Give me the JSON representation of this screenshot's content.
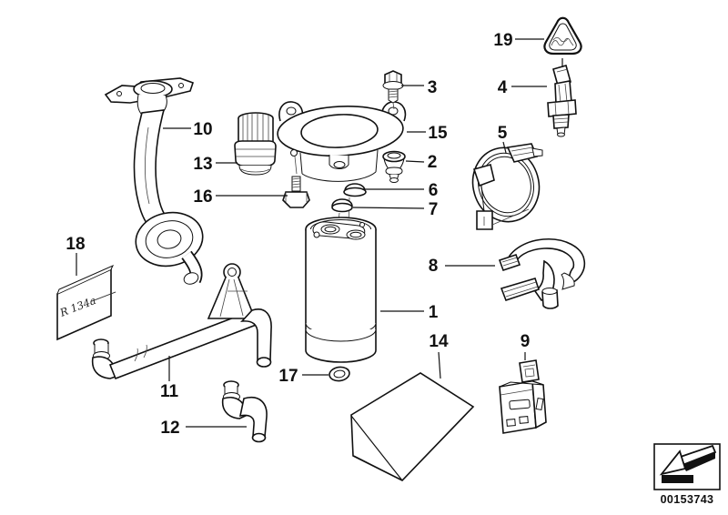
{
  "callouts": {
    "c1": "1",
    "c2": "2",
    "c3": "3",
    "c4": "4",
    "c5": "5",
    "c6": "6",
    "c7": "7",
    "c8": "8",
    "c9": "9",
    "c10": "10",
    "c11": "11",
    "c12": "12",
    "c13": "13",
    "c14": "14",
    "c15": "15",
    "c16": "16",
    "c17": "17",
    "c18": "18",
    "c19": "19"
  },
  "sticker": {
    "text": "R 134a"
  },
  "footer": {
    "diagram_number": "00153743"
  },
  "icons": {
    "warning_triangle": "warning-triangle-icon",
    "nav_arrow": "arrow-down-left-icon"
  }
}
